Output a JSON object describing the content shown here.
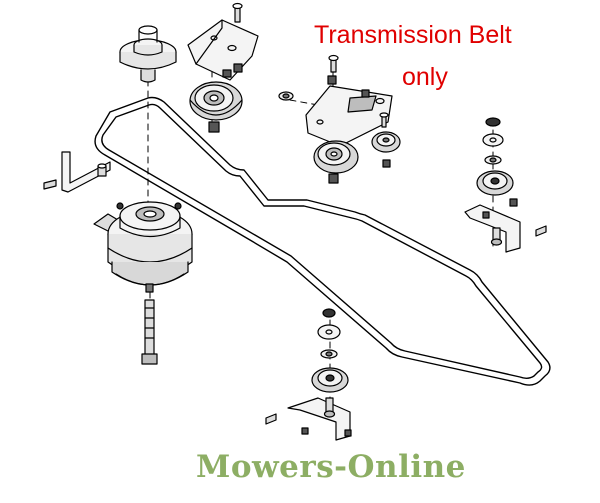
{
  "callout": {
    "line1": "Transmission Belt",
    "line2": "only",
    "color": "#e00000"
  },
  "watermark": {
    "text": "Mowers-Online",
    "color": "#7aa04a"
  },
  "drawing": {
    "line_color": "#000000",
    "part_fill_light": "#f4f4f4",
    "part_fill_dark": "#d8d8d8",
    "part_fill_mid": "#bdbdbd"
  }
}
